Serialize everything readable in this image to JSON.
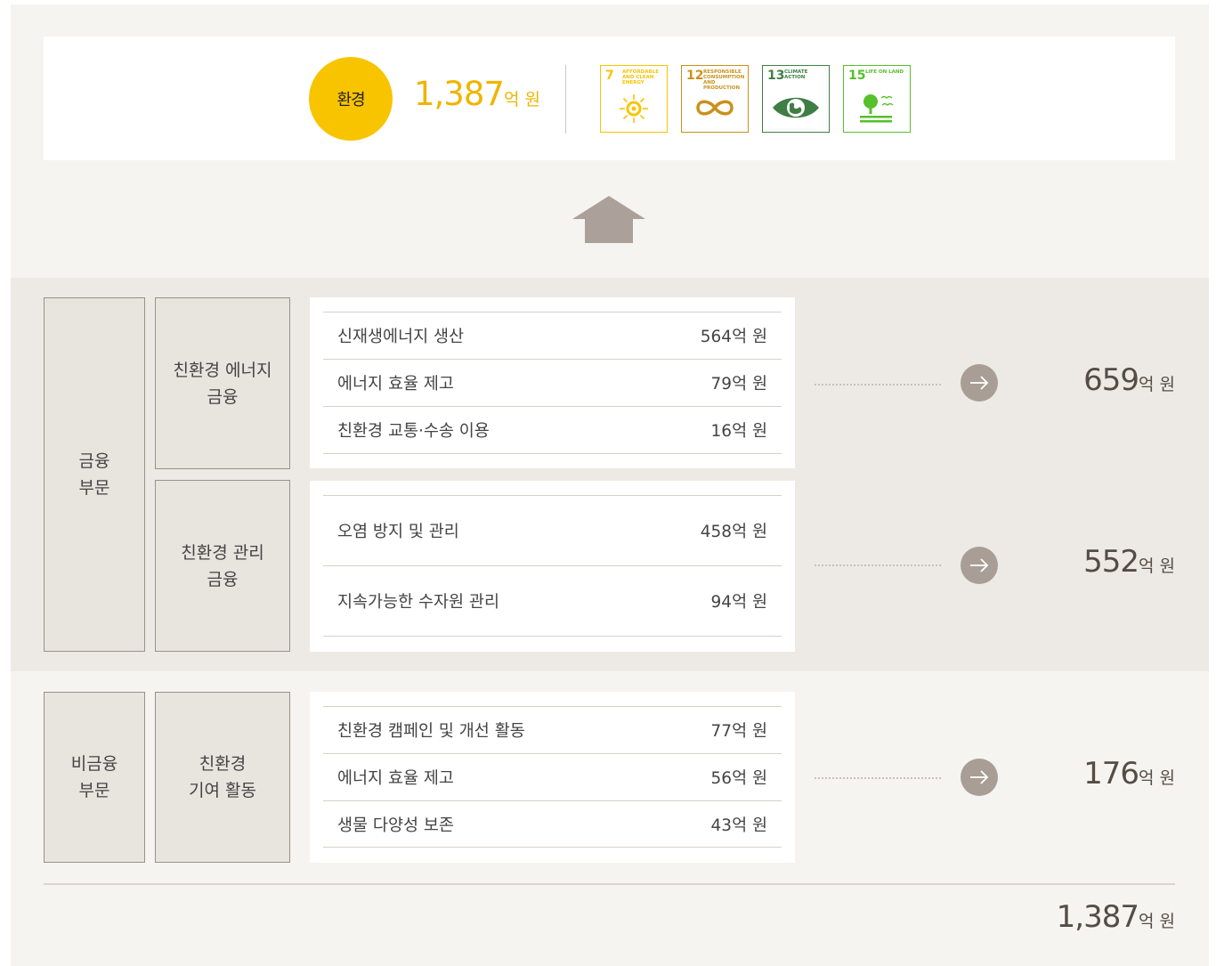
{
  "summary": {
    "category": "환경",
    "total_number": "1,387",
    "total_unit": "억 원",
    "sdgs": [
      {
        "number": "7",
        "title": "AFFORDABLE AND CLEAN ENERGY",
        "color": "#f8c400",
        "icon": "sun-icon"
      },
      {
        "number": "12",
        "title": "RESPONSIBLE CONSUMPTION AND PRODUCTION",
        "color": "#c9911c",
        "icon": "infinity-icon"
      },
      {
        "number": "13",
        "title": "CLIMATE ACTION",
        "color": "#3f7e44",
        "icon": "eye-globe-icon"
      },
      {
        "number": "15",
        "title": "LIFE ON LAND",
        "color": "#56c02b",
        "icon": "tree-icon"
      }
    ]
  },
  "finance": {
    "sector_label": "금융\n부문",
    "groups": [
      {
        "label": "친환경 에너지\n금융",
        "items": [
          {
            "name": "신재생에너지 생산",
            "amount": "564억 원"
          },
          {
            "name": "에너지 효율 제고",
            "amount": "79억 원"
          },
          {
            "name": "친환경 교통·수송 이용",
            "amount": "16억 원"
          }
        ],
        "subtotal_number": "659",
        "subtotal_unit": "억 원"
      },
      {
        "label": "친환경 관리\n금융",
        "items": [
          {
            "name": "오염 방지 및 관리",
            "amount": "458억 원"
          },
          {
            "name": "지속가능한 수자원 관리",
            "amount": "94억 원"
          }
        ],
        "subtotal_number": "552",
        "subtotal_unit": "억 원"
      }
    ]
  },
  "nonfinance": {
    "sector_label": "비금융\n부문",
    "group": {
      "label": "친환경\n기여 활동",
      "items": [
        {
          "name": "친환경 캠페인 및 개선 활동",
          "amount": "77억 원"
        },
        {
          "name": "에너지 효율 제고",
          "amount": "56억 원"
        },
        {
          "name": "생물 다양성 보존",
          "amount": "43억 원"
        }
      ],
      "subtotal_number": "176",
      "subtotal_unit": "억 원"
    }
  },
  "grand_total": {
    "number": "1,387",
    "unit": "억 원"
  }
}
